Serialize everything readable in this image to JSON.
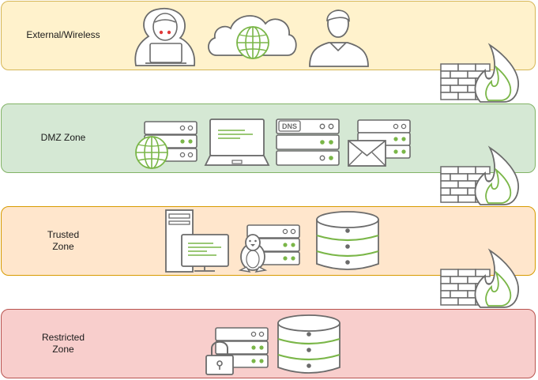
{
  "zones": [
    {
      "label": "External/Wireless",
      "fill": "#FFF2CC",
      "stroke": "#D6B656"
    },
    {
      "label": "DMZ Zone",
      "fill": "#D5E8D4",
      "stroke": "#82B366"
    },
    {
      "label": "Trusted\nZone",
      "fill": "#FFE6CC",
      "stroke": "#D79B00"
    },
    {
      "label": "Restricted\nZone",
      "fill": "#F8CECC",
      "stroke": "#B85450"
    }
  ],
  "icons": {
    "dns_label": "DNS"
  },
  "colors": {
    "icon_stroke": "#6B6B6B",
    "accent_green": "#7AB648",
    "hacker_eyes": "#E03A3A",
    "flame": "#7AB648"
  }
}
